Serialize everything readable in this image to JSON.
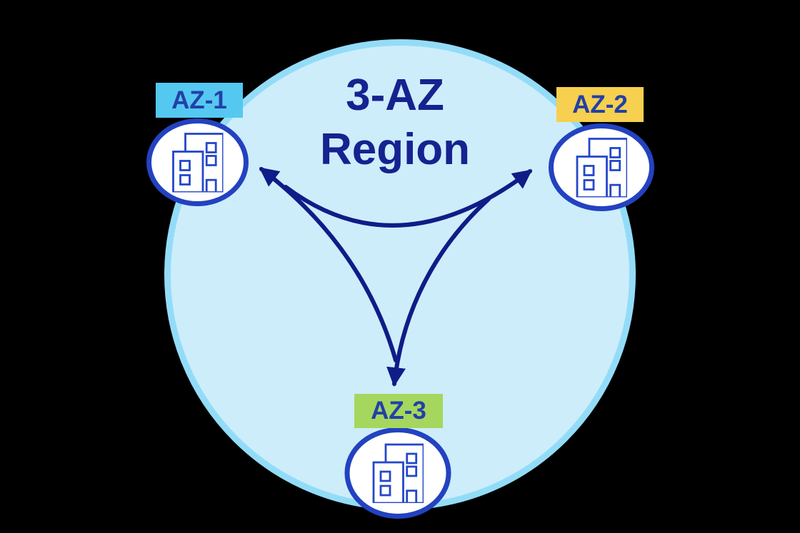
{
  "diagram": {
    "title": {
      "line1": "3-AZ",
      "line2": "Region"
    },
    "zones": [
      {
        "label": "AZ-1",
        "badge_color": "#55c8f1",
        "icon": "building-icon"
      },
      {
        "label": "AZ-2",
        "badge_color": "#f6d04e",
        "icon": "building-icon"
      },
      {
        "label": "AZ-3",
        "badge_color": "#a5d75e",
        "icon": "building-icon"
      }
    ],
    "connections": [
      {
        "from": "AZ-3",
        "to": "AZ-1"
      },
      {
        "from": "AZ-1",
        "to": "AZ-2"
      },
      {
        "from": "AZ-2",
        "to": "AZ-3"
      }
    ],
    "colors": {
      "background": "#000000",
      "region_fill": "#cdedfb",
      "region_border": "#93dcf8",
      "zone_circle_fill": "#ffffff",
      "zone_circle_border": "#2342c0",
      "building_stroke": "#2547c9",
      "arrow": "#101c87",
      "title_text": "#16228f",
      "badge_text": "#2340a8"
    }
  }
}
